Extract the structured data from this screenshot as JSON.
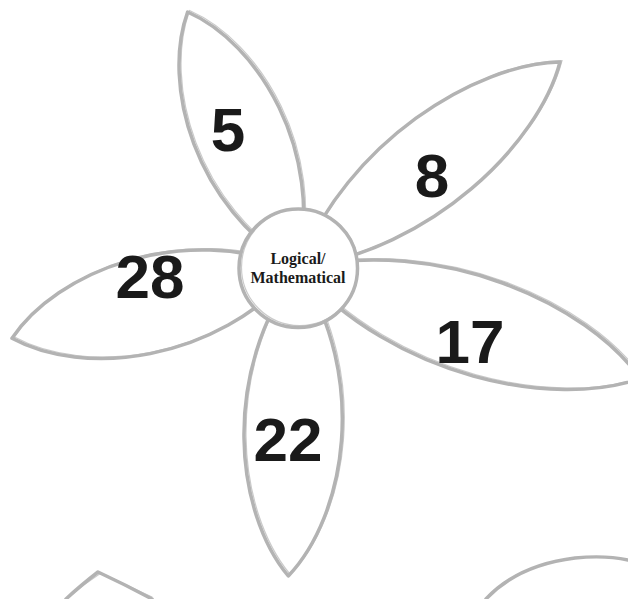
{
  "diagram": {
    "nodes": [
      {
        "text": [
          "5"
        ]
      },
      {
        "text": [
          "8"
        ]
      },
      {
        "text": [
          "28"
        ]
      },
      {
        "text": [
          "Logical/ Mathematical"
        ]
      },
      {
        "text": [
          "17"
        ]
      },
      {
        "text": [
          "22"
        ]
      }
    ]
  }
}
